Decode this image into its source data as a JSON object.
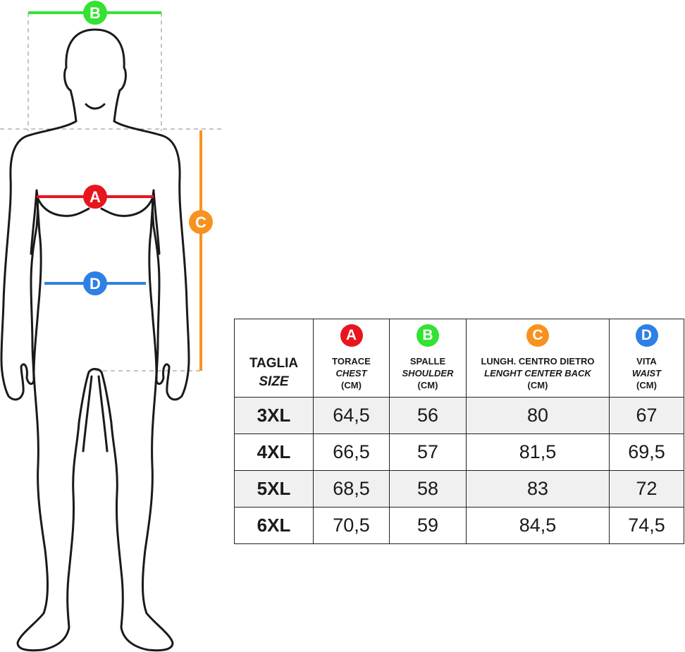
{
  "colors": {
    "chest": "#e8141e",
    "shoulder": "#33e233",
    "back_length": "#f7921e",
    "waist": "#2e7fe6",
    "outline": "#1a1a1a",
    "guide": "#8a8a8a"
  },
  "markers": {
    "A": "A",
    "B": "B",
    "C": "C",
    "D": "D"
  },
  "table": {
    "size_header": {
      "it": "TAGLIA",
      "en": "SIZE"
    },
    "columns": [
      {
        "badge": "A",
        "it": "TORACE",
        "en": "CHEST",
        "unit": "(CM)",
        "color": "#e8141e"
      },
      {
        "badge": "B",
        "it": "SPALLE",
        "en": "SHOULDER",
        "unit": "(CM)",
        "color": "#33e233"
      },
      {
        "badge": "C",
        "it": "LUNGH. CENTRO DIETRO",
        "en": "LENGHT CENTER BACK",
        "unit": "(CM)",
        "color": "#f7921e"
      },
      {
        "badge": "D",
        "it": "VITA",
        "en": "WAIST",
        "unit": "(CM)",
        "color": "#2e7fe6"
      }
    ],
    "rows": [
      {
        "size": "3XL",
        "values": [
          "64,5",
          "56",
          "80",
          "67"
        ]
      },
      {
        "size": "4XL",
        "values": [
          "66,5",
          "57",
          "81,5",
          "69,5"
        ]
      },
      {
        "size": "5XL",
        "values": [
          "68,5",
          "58",
          "83",
          "72"
        ]
      },
      {
        "size": "6XL",
        "values": [
          "70,5",
          "59",
          "84,5",
          "74,5"
        ]
      }
    ]
  }
}
